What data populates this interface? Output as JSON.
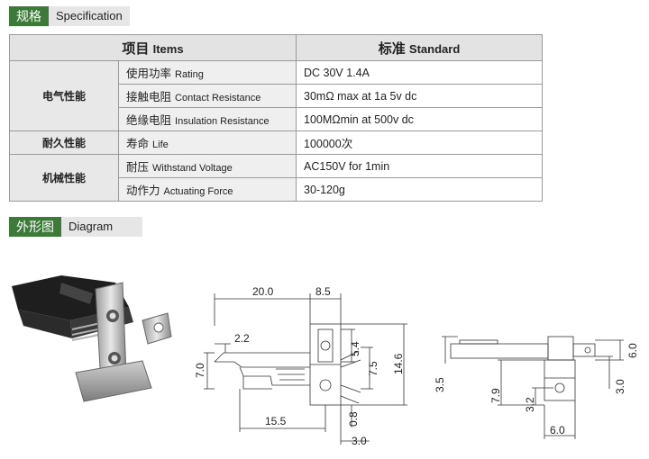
{
  "spec_section": {
    "tag": "规格",
    "label": "Specification"
  },
  "table": {
    "header": {
      "items_cn": "项目",
      "items_en": "Items",
      "standard_cn": "标准",
      "standard_en": "Standard"
    },
    "groups": {
      "electrical": "电气性能",
      "durability": "耐久性能",
      "mechanical": "机械性能"
    },
    "rows": [
      {
        "item_cn": "使用功率",
        "item_en": "Rating",
        "value": "DC 30V 1.4A"
      },
      {
        "item_cn": "接触电阻",
        "item_en": "Contact Resistance",
        "value": "30mΩ max at 1a 5v dc"
      },
      {
        "item_cn": "绝缘电阻",
        "item_en": "Insulation Resistance",
        "value": "100MΩmin at 500v dc"
      },
      {
        "item_cn": "寿命",
        "item_en": "Life",
        "value": "100000次"
      },
      {
        "item_cn": "耐压",
        "item_en": "Withstand Voltage",
        "value": "AC150V for 1min"
      },
      {
        "item_cn": "动作力",
        "item_en": "Actuating Force",
        "value": "30-120g"
      }
    ]
  },
  "diagram_section": {
    "tag": "外形图",
    "label": "Diagram"
  },
  "dimensions": {
    "d20": "20.0",
    "d85": "8.5",
    "d22": "2.2",
    "d54": "5.4",
    "d70": "7.0",
    "d75": "7.5",
    "d146": "14.6",
    "d155": "15.5",
    "d08": "0.8",
    "d30a": "3.0",
    "d35": "3.5",
    "d79": "7.9",
    "d32": "3.2",
    "d60a": "6.0",
    "d60b": "6.0",
    "d30b": "3.0"
  },
  "colors": {
    "section_green": "#3d7a3a",
    "section_grey": "#e6e6e6"
  }
}
